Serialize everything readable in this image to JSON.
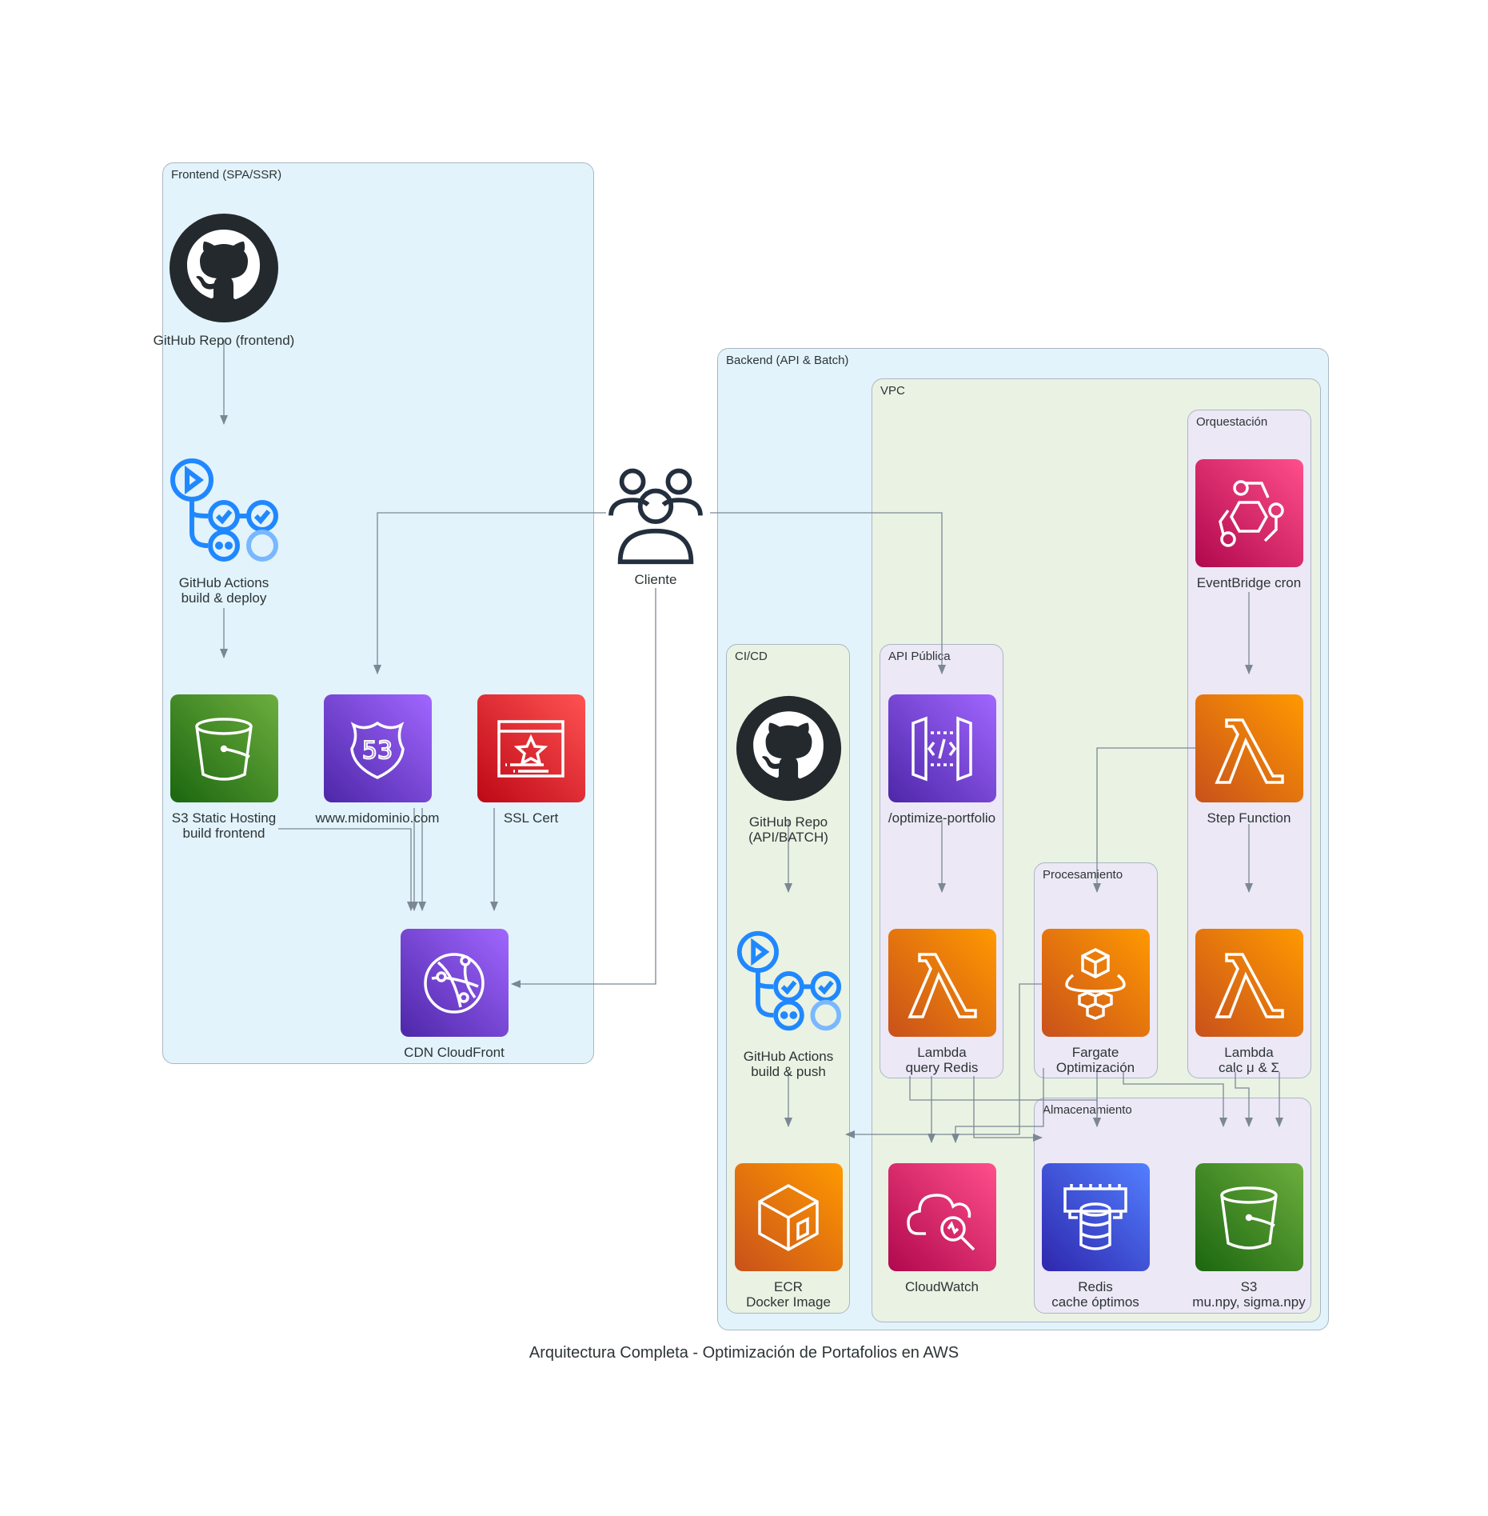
{
  "title": "Arquitectura Completa - Optimización de Portafolios en AWS",
  "clusters": {
    "frontend": "Frontend (SPA/SSR)",
    "backend": "Backend (API & Batch)",
    "vpc": "VPC",
    "orquestacion": "Orquestación",
    "cicd": "CI/CD",
    "api": "API Pública",
    "procesamiento": "Procesamiento",
    "almacenamiento": "Almacenamiento"
  },
  "nodes": {
    "gh_frontend": "GitHub Repo (frontend)",
    "gha_frontend": "GitHub Actions\nbuild & deploy",
    "s3_static": "S3 Static Hosting\nbuild frontend",
    "route53": "www.midominio.com",
    "ssl": "SSL Cert",
    "cloudfront": "CDN CloudFront",
    "cliente": "Cliente",
    "eventbridge": "EventBridge cron",
    "step_function": "Step Function",
    "lambda_calc": "Lambda\ncalc μ & Σ",
    "gh_api": "GitHub Repo (API/BATCH)",
    "gha_api": "GitHub Actions\nbuild & push",
    "ecr": "ECR\nDocker Image",
    "api_gw": "/optimize-portfolio",
    "lambda_query": "Lambda\nquery Redis",
    "fargate": "Fargate\nOptimización",
    "cloudwatch": "CloudWatch",
    "redis": "Redis\ncache óptimos",
    "s3_data": "S3\nmu.npy, sigma.npy"
  },
  "colors": {
    "cluster_blue": "#e2f3fb",
    "cluster_green": "#eaf2e3",
    "cluster_purple": "#ece8f6",
    "edge": "#7b8894"
  },
  "icons": {
    "gh_frontend": "github-icon",
    "gha_frontend": "github-actions-icon",
    "s3_static": "s3-bucket-icon",
    "route53": "route53-icon",
    "ssl": "certificate-icon",
    "cloudfront": "cloudfront-icon",
    "cliente": "users-icon",
    "eventbridge": "eventbridge-icon",
    "step_function": "lambda-icon",
    "lambda_calc": "lambda-icon",
    "gh_api": "github-icon",
    "gha_api": "github-actions-icon",
    "ecr": "ecr-icon",
    "api_gw": "api-gateway-icon",
    "lambda_query": "lambda-icon",
    "fargate": "fargate-icon",
    "cloudwatch": "cloudwatch-icon",
    "redis": "elasticache-icon",
    "s3_data": "s3-bucket-icon"
  }
}
